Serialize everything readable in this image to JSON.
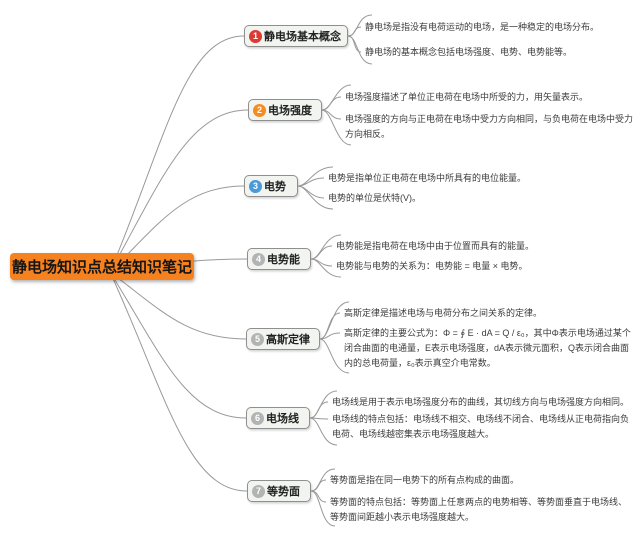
{
  "root": {
    "title": "静电场知识点总结知识笔记"
  },
  "colors": {
    "background": "#FFFFFF",
    "root_bg": "#F6821F",
    "badge_red": "#DC3B33",
    "badge_orange": "#F68B1F",
    "badge_blue": "#4A9AD9",
    "badge_gray": "#B3B3B3",
    "node_bg": "#F2F4F0",
    "node_border": "#8F8F8F",
    "connector": "#999999",
    "leaf_text": "#3C3C3C"
  },
  "branches": [
    {
      "num": "1",
      "label": "静电场基本概念",
      "badge_color": "#DC3B33",
      "leaves": [
        "静电场是指没有电荷运动的电场，是一种稳定的电场分布。",
        "静电场的基本概念包括电场强度、电势、电势能等。"
      ]
    },
    {
      "num": "2",
      "label": "电场强度",
      "badge_color": "#F68B1F",
      "leaves": [
        "电场强度描述了单位正电荷在电场中所受的力，用矢量表示。",
        "电场强度的方向与正电荷在电场中受力方向相同，与负电荷在电场中受力方向相反。"
      ]
    },
    {
      "num": "3",
      "label": "电势",
      "badge_color": "#4A9AD9",
      "leaves": [
        "电势是指单位正电荷在电场中所具有的电位能量。",
        "电势的单位是伏特(V)。"
      ]
    },
    {
      "num": "4",
      "label": "电势能",
      "badge_color": "#B3B3B3",
      "leaves": [
        "电势能是指电荷在电场中由于位置而具有的能量。",
        "电势能与电势的关系为：电势能 = 电量 × 电势。"
      ]
    },
    {
      "num": "5",
      "label": "高斯定律",
      "badge_color": "#B3B3B3",
      "leaves": [
        "高斯定律是描述电场与电荷分布之间关系的定律。",
        "高斯定律的主要公式为：Φ = ∮ E · dA = Q / ε₀，其中Φ表示电场通过某个闭合曲面的电通量，E表示电场强度，dA表示微元面积，Q表示闭合曲面内的总电荷量，ε₀表示真空介电常数。"
      ]
    },
    {
      "num": "6",
      "label": "电场线",
      "badge_color": "#B3B3B3",
      "leaves": [
        "电场线是用于表示电场强度分布的曲线，其切线方向与电场强度方向相同。",
        "电场线的特点包括：电场线不相交、电场线不闭合、电场线从正电荷指向负电荷、电场线越密集表示电场强度越大。"
      ]
    },
    {
      "num": "7",
      "label": "等势面",
      "badge_color": "#B3B3B3",
      "leaves": [
        "等势面是指在同一电势下的所有点构成的曲面。",
        "等势面的特点包括：等势面上任意两点的电势相等、等势面垂直于电场线、等势面间距越小表示电场强度越大。"
      ]
    }
  ]
}
